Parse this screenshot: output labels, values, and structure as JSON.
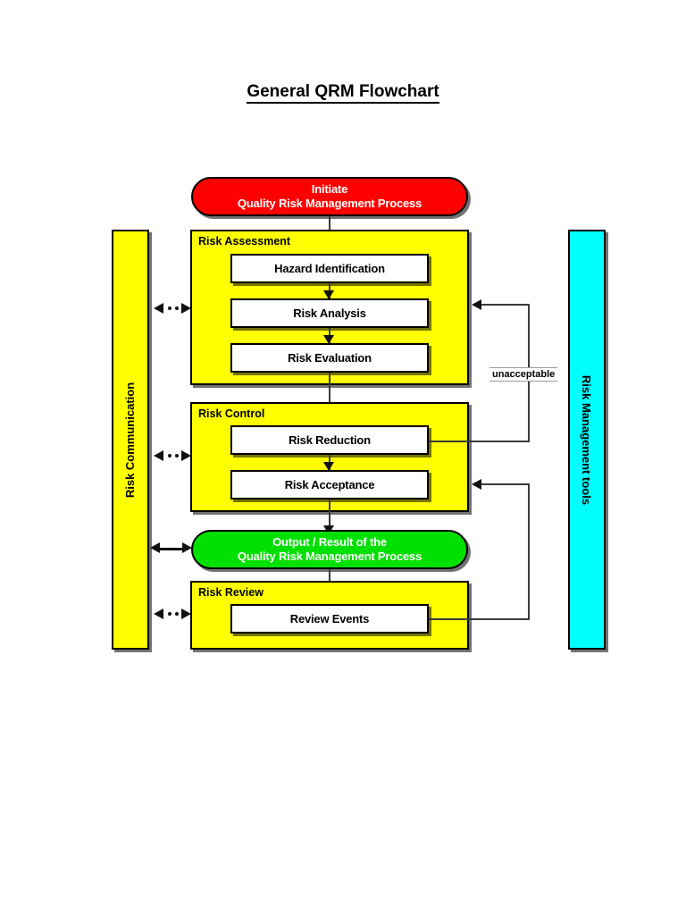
{
  "page": {
    "title": "General QRM Flowchart",
    "background": "#ffffff"
  },
  "colors": {
    "initiate_fill": "#ff0000",
    "output_fill": "#00e000",
    "section_fill": "#ffff00",
    "risk_communication_fill": "#ffff00",
    "risk_management_tools_fill": "#00ffff",
    "process_fill": "#ffffff",
    "stroke": "#000000",
    "connector": "#3a3a3a"
  },
  "chart_data": {
    "type": "diagram",
    "title": "General QRM Flowchart",
    "nodes": [
      {
        "id": "initiate",
        "label": "Initiate\nQuality Risk Management Process",
        "shape": "rounded",
        "fill": "#ff0000"
      },
      {
        "id": "risk_assessment",
        "label": "Risk Assessment",
        "shape": "container",
        "fill": "#ffff00"
      },
      {
        "id": "hazard_identification",
        "label": "Hazard Identification",
        "shape": "rect",
        "fill": "#ffffff"
      },
      {
        "id": "risk_analysis",
        "label": "Risk Analysis",
        "shape": "rect",
        "fill": "#ffffff"
      },
      {
        "id": "risk_evaluation",
        "label": "Risk Evaluation",
        "shape": "rect",
        "fill": "#ffffff"
      },
      {
        "id": "risk_control",
        "label": "Risk Control",
        "shape": "container",
        "fill": "#ffff00"
      },
      {
        "id": "risk_reduction",
        "label": "Risk Reduction",
        "shape": "rect",
        "fill": "#ffffff"
      },
      {
        "id": "risk_acceptance",
        "label": "Risk Acceptance",
        "shape": "rect",
        "fill": "#ffffff"
      },
      {
        "id": "output",
        "label": "Output / Result of the\nQuality Risk Management Process",
        "shape": "rounded",
        "fill": "#00e000"
      },
      {
        "id": "risk_review",
        "label": "Risk Review",
        "shape": "container",
        "fill": "#ffff00"
      },
      {
        "id": "review_events",
        "label": "Review Events",
        "shape": "rect",
        "fill": "#ffffff"
      },
      {
        "id": "risk_communication",
        "label": "Risk Communication",
        "shape": "vertical-bar",
        "fill": "#ffff00"
      },
      {
        "id": "risk_management_tools",
        "label": "Risk Management tools",
        "shape": "vertical-bar",
        "fill": "#00ffff"
      }
    ],
    "edges": [
      {
        "from": "initiate",
        "to": "hazard_identification",
        "style": "solid",
        "label": ""
      },
      {
        "from": "hazard_identification",
        "to": "risk_analysis",
        "style": "solid",
        "label": ""
      },
      {
        "from": "risk_analysis",
        "to": "risk_evaluation",
        "style": "solid",
        "label": ""
      },
      {
        "from": "risk_evaluation",
        "to": "risk_reduction",
        "style": "solid",
        "label": ""
      },
      {
        "from": "risk_reduction",
        "to": "risk_acceptance",
        "style": "solid",
        "label": ""
      },
      {
        "from": "risk_acceptance",
        "to": "output",
        "style": "solid",
        "label": ""
      },
      {
        "from": "output",
        "to": "review_events",
        "style": "solid",
        "label": ""
      },
      {
        "from": "risk_reduction",
        "to": "risk_analysis",
        "style": "feedback",
        "label": "unacceptable"
      },
      {
        "from": "review_events",
        "to": "risk_acceptance",
        "style": "feedback",
        "label": ""
      },
      {
        "from": "risk_communication",
        "to": "risk_assessment",
        "style": "dashed-bidirectional",
        "label": ""
      },
      {
        "from": "risk_communication",
        "to": "risk_control",
        "style": "dashed-bidirectional",
        "label": ""
      },
      {
        "from": "risk_communication",
        "to": "output",
        "style": "solid-bidirectional",
        "label": ""
      },
      {
        "from": "risk_communication",
        "to": "risk_review",
        "style": "dashed-bidirectional",
        "label": ""
      }
    ]
  },
  "flow": {
    "initiate": {
      "line1": "Initiate",
      "line2": "Quality Risk Management Process"
    },
    "sections": {
      "risk_assessment": "Risk Assessment",
      "risk_control": "Risk Control",
      "risk_review": "Risk Review"
    },
    "steps": {
      "hazard_identification": "Hazard Identification",
      "risk_analysis": "Risk Analysis",
      "risk_evaluation": "Risk Evaluation",
      "risk_reduction": "Risk Reduction",
      "risk_acceptance": "Risk Acceptance",
      "review_events": "Review Events"
    },
    "output": {
      "line1": "Output / Result of the",
      "line2": "Quality Risk Management Process"
    },
    "labels": {
      "unacceptable": "unacceptable"
    },
    "side_panels": {
      "left": "Risk Communication",
      "right": "Risk Management tools"
    }
  }
}
